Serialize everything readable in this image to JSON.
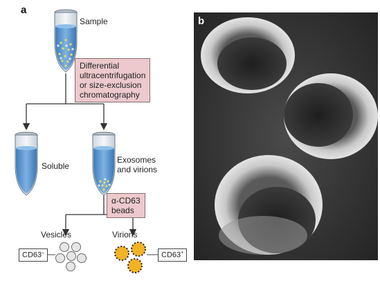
{
  "panel_a": {
    "letter": "a",
    "sample_label": "Sample",
    "separation_method": [
      "Differential",
      "ultracentrifugation",
      "or size-exclusion",
      "chromatography"
    ],
    "soluble_label": "Soluble",
    "exosomes_label": [
      "Exosomes",
      "and virions"
    ],
    "beads_label": [
      "α-CD63",
      "beads"
    ],
    "vesicles_label": "Vesicles",
    "virions_label": "Virions",
    "cd63_neg": {
      "text": "CD63",
      "sup": "–"
    },
    "cd63_pos": {
      "text": "CD63",
      "sup": "+"
    }
  },
  "panel_b": {
    "letter": "b"
  },
  "colors": {
    "tube_liquid": "#4d8cc8",
    "box_fill": "#ecc9cc",
    "virion_fill": "#f2b324",
    "vesicle_fill": "#e6e6e6"
  }
}
